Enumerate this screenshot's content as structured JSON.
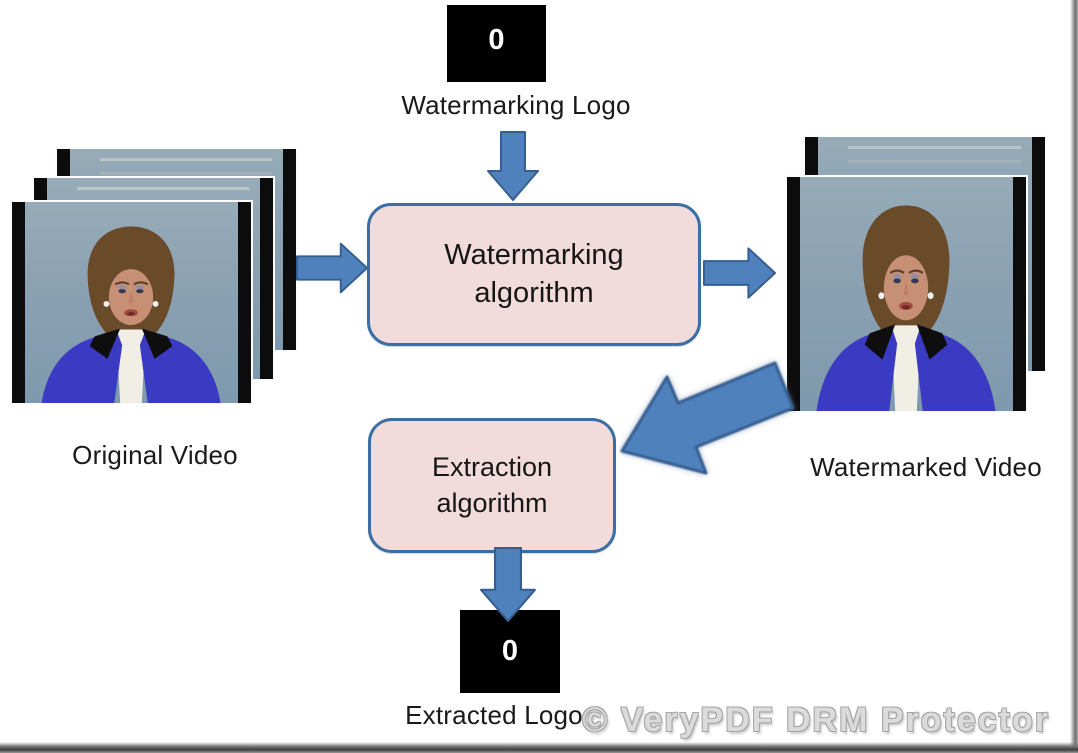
{
  "nodes": {
    "watermarking_logo": {
      "value": "0",
      "label": "Watermarking Logo"
    },
    "original_video": {
      "label": "Original Video"
    },
    "watermarking_algorithm": {
      "lines": [
        "Watermarking",
        "algorithm"
      ]
    },
    "watermarked_video": {
      "label": "Watermarked Video"
    },
    "extraction_algorithm": {
      "lines": [
        "Extraction",
        "algorithm"
      ]
    },
    "extracted_logo": {
      "value": "0",
      "label": "Extracted Logo"
    }
  },
  "watermark_overlay": {
    "text": "© VeryPDF DRM Protector"
  },
  "colors": {
    "arrow_fill": "#4F81BD",
    "arrow_stroke": "#365F91",
    "box_fill": "#F2DCDB",
    "box_border": "#3A6EA5",
    "logo_bg": "#000000",
    "logo_fg": "#FFFFFF",
    "label_color": "#1A1A1A",
    "frame_bg_top": "#97ABB8",
    "frame_bg_bottom": "#7E99AD",
    "watermark_text_color": "#DBDBDB"
  }
}
